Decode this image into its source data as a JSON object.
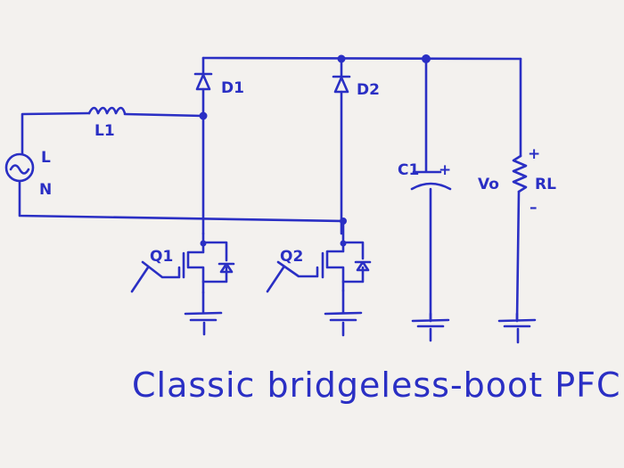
{
  "labels": {
    "d1": "D1",
    "d2": "D2",
    "l1": "L1",
    "source_l": "L",
    "source_n": "N",
    "q1": "Q1",
    "q2": "Q2",
    "c1": "C1",
    "vo": "Vo",
    "rl": "RL",
    "plus_cap": "+",
    "plus_out": "+",
    "minus_out": "–"
  },
  "title": "Classic bridgeless-boot PFC",
  "ink_color": "#2a2fc4",
  "background_color": "#f3f1ee"
}
